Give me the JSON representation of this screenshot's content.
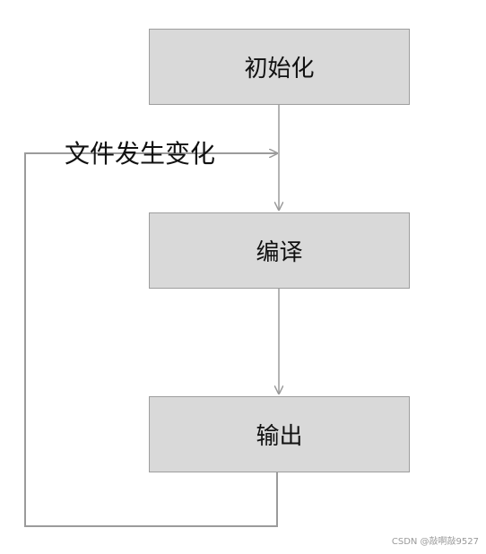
{
  "diagram": {
    "nodes": [
      {
        "id": "init",
        "label": "初始化"
      },
      {
        "id": "compile",
        "label": "编译"
      },
      {
        "id": "output",
        "label": "输出"
      }
    ],
    "edges": [
      {
        "from": "init",
        "to": "compile"
      },
      {
        "from": "compile",
        "to": "output"
      },
      {
        "from": "output",
        "to": "compile",
        "label": "文件发生变化"
      }
    ],
    "loop_label": "文件发生变化"
  },
  "watermark": "CSDN @敲啊敲9527",
  "colors": {
    "box_fill": "#d9d9d9",
    "box_border": "#9e9e9e",
    "line": "#9b9b9b",
    "text": "#111111"
  }
}
